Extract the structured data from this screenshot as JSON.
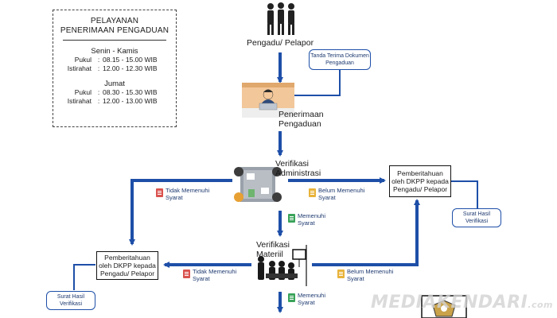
{
  "schedule": {
    "title_line1": "PELAYANAN",
    "title_line2": "PENERIMAAN PENGADUAN",
    "day1": "Senin -  Kamis",
    "day1_rows": [
      {
        "label": "Pukul",
        "time": "08.15 - 15.00 WIB"
      },
      {
        "label": "Istirahat",
        "time": "12.00 - 12.30 WIB"
      }
    ],
    "day2": "Jumat",
    "day2_rows": [
      {
        "label": "Pukul",
        "time": "08.30 - 15.30 WIB"
      },
      {
        "label": "Istirahat",
        "time": "12.00 - 13.00 WIB"
      }
    ]
  },
  "nodes": {
    "pelapor": "Pengadu/ Pelapor",
    "tanda_terima": "Tanda Terima Dokumen Pengaduan",
    "penerimaan": "Penerimaan Pengaduan",
    "verif_admin": "Verifikasi Administrasi",
    "pemberitahuan_right": "Pemberitahuan oleh DKPP kepada Pengadu/ Pelapor",
    "surat_right": "Surat Hasil Verifikasi",
    "verif_materiil": "Verifikasi Materiil",
    "pemberitahuan_left": "Pemberitahuan oleh DKPP kepada Pengadu/ Pelapor",
    "surat_left": "Surat Hasil Verifikasi"
  },
  "conditions": {
    "tidak_memenuhi_1": "Tidak Memenuhi Syarat",
    "belum_memenuhi_1": "Belum Memenuhi Syarat",
    "memenuhi_1": "Memenuhi Syarat",
    "tidak_memenuhi_2": "Tidak Memenuhi Syarat",
    "belum_memenuhi_2": "Belum Memenuhi Syarat",
    "memenuhi_2": "Memenuhi Syarat"
  },
  "icons": {
    "tidak": "red-document-icon",
    "belum": "yellow-document-icon",
    "memenuhi": "green-document-icon"
  },
  "colors": {
    "arrow": "#1e4fa8",
    "tidak": "#d9534f",
    "belum": "#e8b33a",
    "memenuhi": "#3aa35a"
  },
  "watermark": {
    "text": "MEDIAKENDARI",
    "suffix": ".com"
  }
}
